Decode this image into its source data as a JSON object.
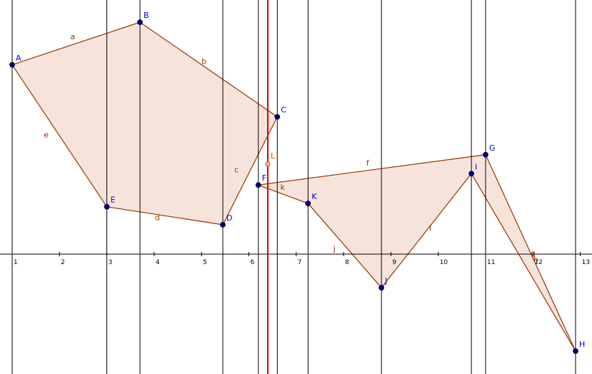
{
  "colors": {
    "background": "#ffffff",
    "polygon_fill": "#f2d9cc",
    "polygon_stroke": "#993300",
    "vertical_line": "#000000",
    "red_line": "#dd0000",
    "point_fill": "#00008b",
    "point_label": "#0000cc",
    "free_point": "#c06000",
    "segment_label": "#993300"
  },
  "x_ticks": [
    "1",
    "2",
    "3",
    "4",
    "5",
    "6",
    "7",
    "8",
    "9",
    "10",
    "11",
    "12",
    "13"
  ],
  "points": [
    {
      "name": "A",
      "x": 1.0,
      "y": 4.0
    },
    {
      "name": "B",
      "x": 3.7,
      "y": 4.9
    },
    {
      "name": "C",
      "x": 6.6,
      "y": 2.9
    },
    {
      "name": "D",
      "x": 5.45,
      "y": 0.62
    },
    {
      "name": "E",
      "x": 3.0,
      "y": 1.0
    },
    {
      "name": "F",
      "x": 6.2,
      "y": 1.46
    },
    {
      "name": "G",
      "x": 11.0,
      "y": 2.1
    },
    {
      "name": "H",
      "x": 12.9,
      "y": -2.05
    },
    {
      "name": "I",
      "x": 10.7,
      "y": 1.7
    },
    {
      "name": "J",
      "x": 8.8,
      "y": -0.71
    },
    {
      "name": "K",
      "x": 7.25,
      "y": 1.07
    }
  ],
  "free_point": {
    "name": "L",
    "x": 6.4,
    "y": 1.9
  },
  "polygons": [
    {
      "name": "pentagon",
      "vertices": [
        "A",
        "B",
        "C",
        "D",
        "E"
      ]
    },
    {
      "name": "quadrilateral",
      "vertices": [
        "F",
        "G",
        "I",
        "J",
        "K"
      ]
    },
    {
      "name": "triangle",
      "vertices": [
        "G",
        "H",
        "I"
      ]
    }
  ],
  "segments": [
    {
      "name": "a",
      "from": "A",
      "to": "B"
    },
    {
      "name": "b",
      "from": "B",
      "to": "C"
    },
    {
      "name": "c",
      "from": "C",
      "to": "D"
    },
    {
      "name": "d",
      "from": "D",
      "to": "E"
    },
    {
      "name": "e",
      "from": "E",
      "to": "A"
    },
    {
      "name": "f",
      "from": "F",
      "to": "G"
    },
    {
      "name": "g",
      "from": "G",
      "to": "H"
    },
    {
      "name": "h",
      "from": "H",
      "to": "I"
    },
    {
      "name": "i",
      "from": "I",
      "to": "J"
    },
    {
      "name": "j",
      "from": "J",
      "to": "K"
    },
    {
      "name": "k",
      "from": "K",
      "to": "F"
    }
  ],
  "vertical_lines_x": [
    1.0,
    3.0,
    3.7,
    5.45,
    6.2,
    6.6,
    7.25,
    8.8,
    10.7,
    11.0,
    12.9
  ],
  "red_line_x": 6.4
}
